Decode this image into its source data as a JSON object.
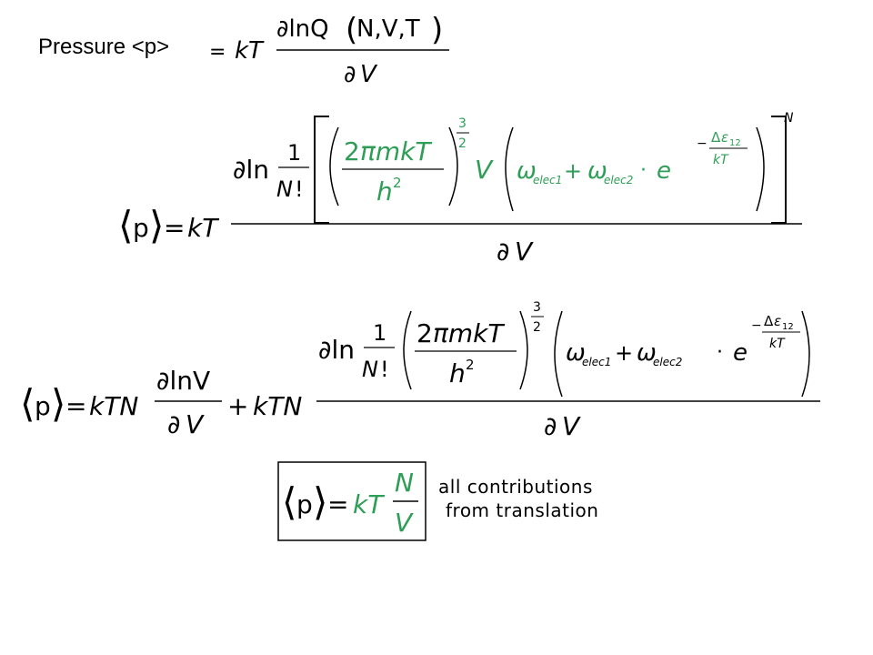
{
  "title": "Pressure <p>",
  "note": {
    "line1": "all contributions",
    "line2": "from translation"
  },
  "colors": {
    "text": "#000000",
    "highlight": "#2e9e57",
    "background": "#ffffff"
  }
}
